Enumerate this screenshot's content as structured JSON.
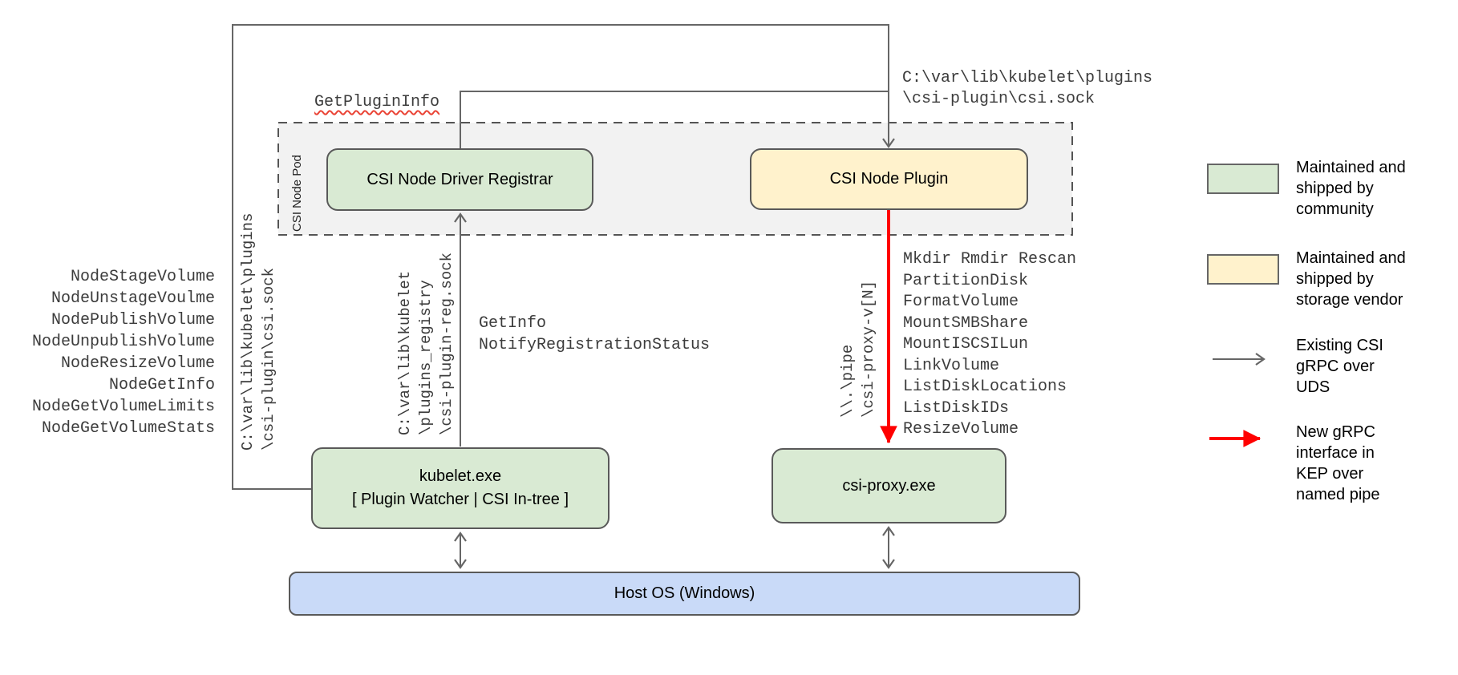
{
  "pod": {
    "label": "CSI Node Pod"
  },
  "boxes": {
    "registrar": "CSI Node Driver Registrar",
    "plugin": "CSI Node Plugin",
    "kubelet": "kubelet.exe\n[ Plugin Watcher | CSI In-tree ]",
    "csi_proxy": "csi-proxy.exe",
    "host_os": "Host OS (Windows)"
  },
  "annotations": {
    "get_plugin_info": "GetPluginInfo",
    "csi_sock_top": "C:\\var\\lib\\kubelet\\plugins\n\\csi-plugin\\csi.sock",
    "csi_sock_left": "C:\\var\\lib\\kubelet\\plugins\n\\csi-plugin\\csi.sock",
    "registration_sock": "C:\\var\\lib\\kubelet\n\\plugins_registry\n\\csi-plugin-reg.sock",
    "named_pipe": "\\\\.\\pipe\n\\csi-proxy-v[N]",
    "registrar_methods": "GetInfo\nNotifyRegistrationStatus"
  },
  "node_methods": [
    "NodeStageVolume",
    "NodeUnstageVoulme",
    "NodePublishVolume",
    "NodeUnpublishVolume",
    "NodeResizeVolume",
    "NodeGetInfo",
    "NodeGetVolumeLimits",
    "NodeGetVolumeStats"
  ],
  "proxy_methods": [
    "Mkdir Rmdir Rescan",
    "PartitionDisk",
    "FormatVolume",
    "MountSMBShare",
    "MountISCSILun",
    "LinkVolume",
    "ListDiskLocations",
    "ListDiskIDs",
    "ResizeVolume"
  ],
  "legend": {
    "community": "Maintained and\nshipped by\ncommunity",
    "vendor": "Maintained and\nshipped by\nstorage vendor",
    "uds": "Existing CSI\ngRPC over\nUDS",
    "pipe": "New gRPC\ninterface in\nKEP over\nnamed pipe"
  },
  "colors": {
    "community_fill": "#d9ead3",
    "vendor_fill": "#fff2cc",
    "host_fill": "#c9daf8",
    "pod_fill": "#f2f2f2",
    "line": "#666666",
    "red": "#ff0000",
    "squiggle": "#ea4335"
  }
}
